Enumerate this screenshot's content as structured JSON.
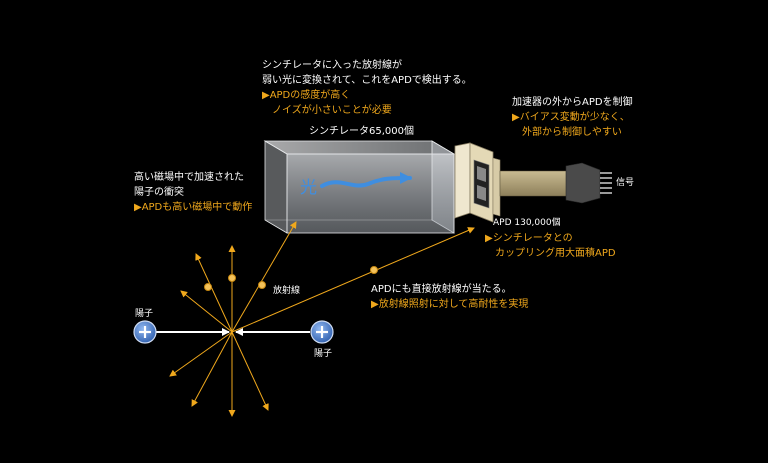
{
  "scintillator_note": {
    "line1": "シンチレータに入った放射線が",
    "line2": "弱い光に変換されて、これをAPDで検出する。",
    "point1": "▶APDの感度が高く",
    "point2": "ノイズが小さいことが必要"
  },
  "scintillator_count": "シンチレータ65,000個",
  "light_label": "光",
  "control_note": {
    "line1": "加速器の外からAPDを制御",
    "point1": "▶バイアス変動が少なく、",
    "point2": "外部から制御しやすい"
  },
  "signal_label": "信号",
  "apd_note": {
    "count": "APD 130,000個",
    "point1": "▶シンチレータとの",
    "point2": "カップリング用大面積APD"
  },
  "field_note": {
    "line1": "高い磁場中で加速された",
    "line2": "陽子の衝突",
    "point1": "▶APDも高い磁場中で動作"
  },
  "radiation_label": "放射線",
  "direct_note": {
    "line1": "APDにも直接放射線が当たる。",
    "point1": "▶放射線照射に対して高耐性を実現"
  },
  "proton_left": "陽子",
  "proton_right": "陽子",
  "colors": {
    "accent": "#f0a81c",
    "text": "#ffffff",
    "proton": "#4a7fd0",
    "light_arrow": "#3f8ee0"
  }
}
